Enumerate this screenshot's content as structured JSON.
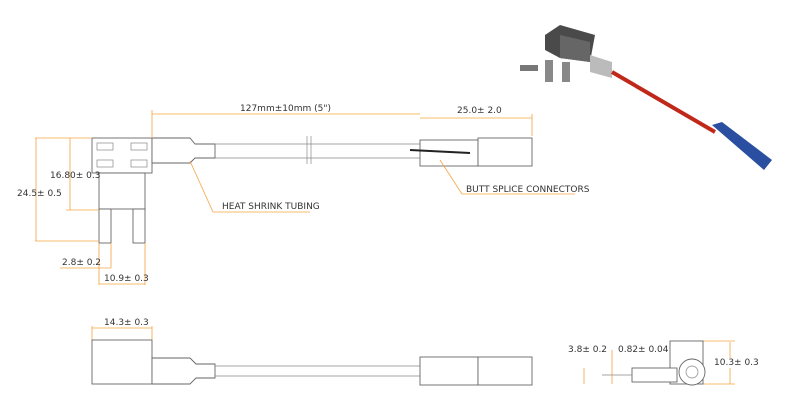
{
  "dimensions": {
    "cable_length": "127mm±10mm (5\")",
    "butt_splice_length": "25.0± 2.0",
    "upper_height": "16.80± 0.3",
    "total_height": "24.5± 0.5",
    "blade_width": "2.8± 0.2",
    "blade_span": "10.9± 0.3",
    "top_width": "14.3± 0.3",
    "side_blade_height": "3.8± 0.2",
    "blade_thickness": "0.82± 0.04",
    "side_height": "10.3± 0.3"
  },
  "callouts": {
    "heat_shrink": "HEAT SHRINK TUBING",
    "butt_splice": "BUTT SPLICE CONNECTORS"
  },
  "colors": {
    "dimension": "#f5a441",
    "wire": "#c0281a",
    "connector": "#2a4fa0"
  }
}
